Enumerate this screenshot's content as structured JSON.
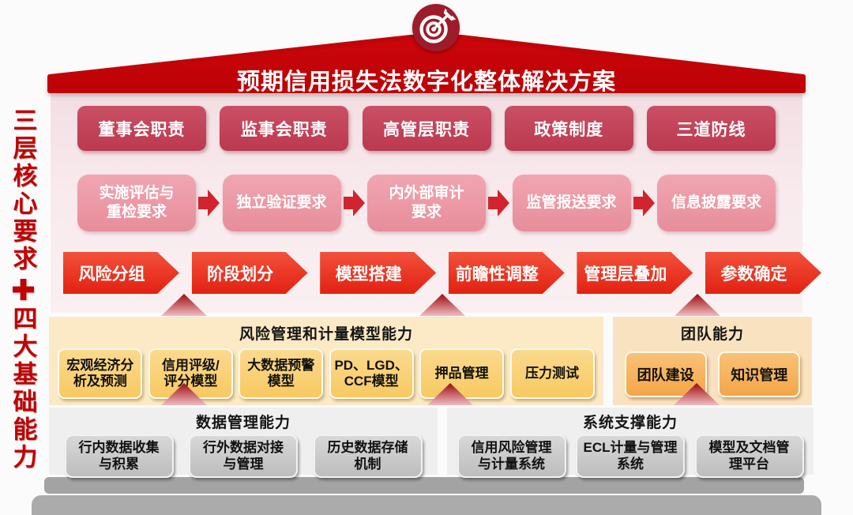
{
  "diagram": {
    "side_label": {
      "top": "三层核心要求",
      "plus_symbol": "✚",
      "bottom": "四大基础能力"
    },
    "roof_title": "预期信用损失法数字化整体解决方案",
    "governance": [
      "董事会职责",
      "监事会职责",
      "高管层职责",
      "政策制度",
      "三道防线"
    ],
    "requirements": [
      {
        "line1": "实施评估与",
        "line2": "重检要求"
      },
      {
        "line1": "独立验证要求",
        "line2": ""
      },
      {
        "line1": "内外部审计",
        "line2": "要求"
      },
      {
        "line1": "监管报送要求",
        "line2": ""
      },
      {
        "line1": "信息披露要求",
        "line2": ""
      }
    ],
    "process": [
      "风险分组",
      "阶段划分",
      "模型搭建",
      "前瞻性调整",
      "管理层叠加",
      "参数确定"
    ],
    "risk_panel": {
      "title": "风险管理和计量模型能力",
      "boxes": [
        {
          "line1": "宏观经济分",
          "line2": "析及预测"
        },
        {
          "line1": "信用评级/",
          "line2": "评分模型"
        },
        {
          "line1": "大数据预警",
          "line2": "模型"
        },
        {
          "line1": "PD、LGD、",
          "line2": "CCF模型"
        },
        {
          "line1": "押品管理",
          "line2": ""
        },
        {
          "line1": "压力测试",
          "line2": ""
        }
      ]
    },
    "team_panel": {
      "title": "团队能力",
      "boxes": [
        "团队建设",
        "知识管理"
      ]
    },
    "data_panel": {
      "title": "数据管理能力",
      "boxes": [
        {
          "line1": "行内数据收集",
          "line2": "与积累"
        },
        {
          "line1": "行外数据对接",
          "line2": "与管理"
        },
        {
          "line1": "历史数据存储",
          "line2": "机制"
        }
      ]
    },
    "system_panel": {
      "title": "系统支撑能力",
      "boxes": [
        {
          "line1": "信用风险管理",
          "line2": "与计量系统"
        },
        {
          "line1": "ECL计量与管理",
          "line2": "系统"
        },
        {
          "line1": "模型及文档管",
          "line2": "理平台"
        }
      ]
    },
    "icons": {
      "badge": "dartboard-target-icon"
    },
    "colors": {
      "roof_red": "#C10408",
      "governance_rose": "#BF3C52",
      "requirement_pink": "#EC9AA6",
      "process_red": "#E8301C",
      "flow_arrow_red": "#D2242E",
      "capability_yellow": "#F8CF74",
      "team_orange": "#F5AE55",
      "risk_panel_bg": "#FCEAC6",
      "team_panel_bg": "#F9E2C0",
      "foundation_gray": "#CDCDCD",
      "panel_gray_bg": "#F0EFEF",
      "base_bar_gray": "#A6A6A6",
      "side_text_red": "#C00202"
    }
  }
}
